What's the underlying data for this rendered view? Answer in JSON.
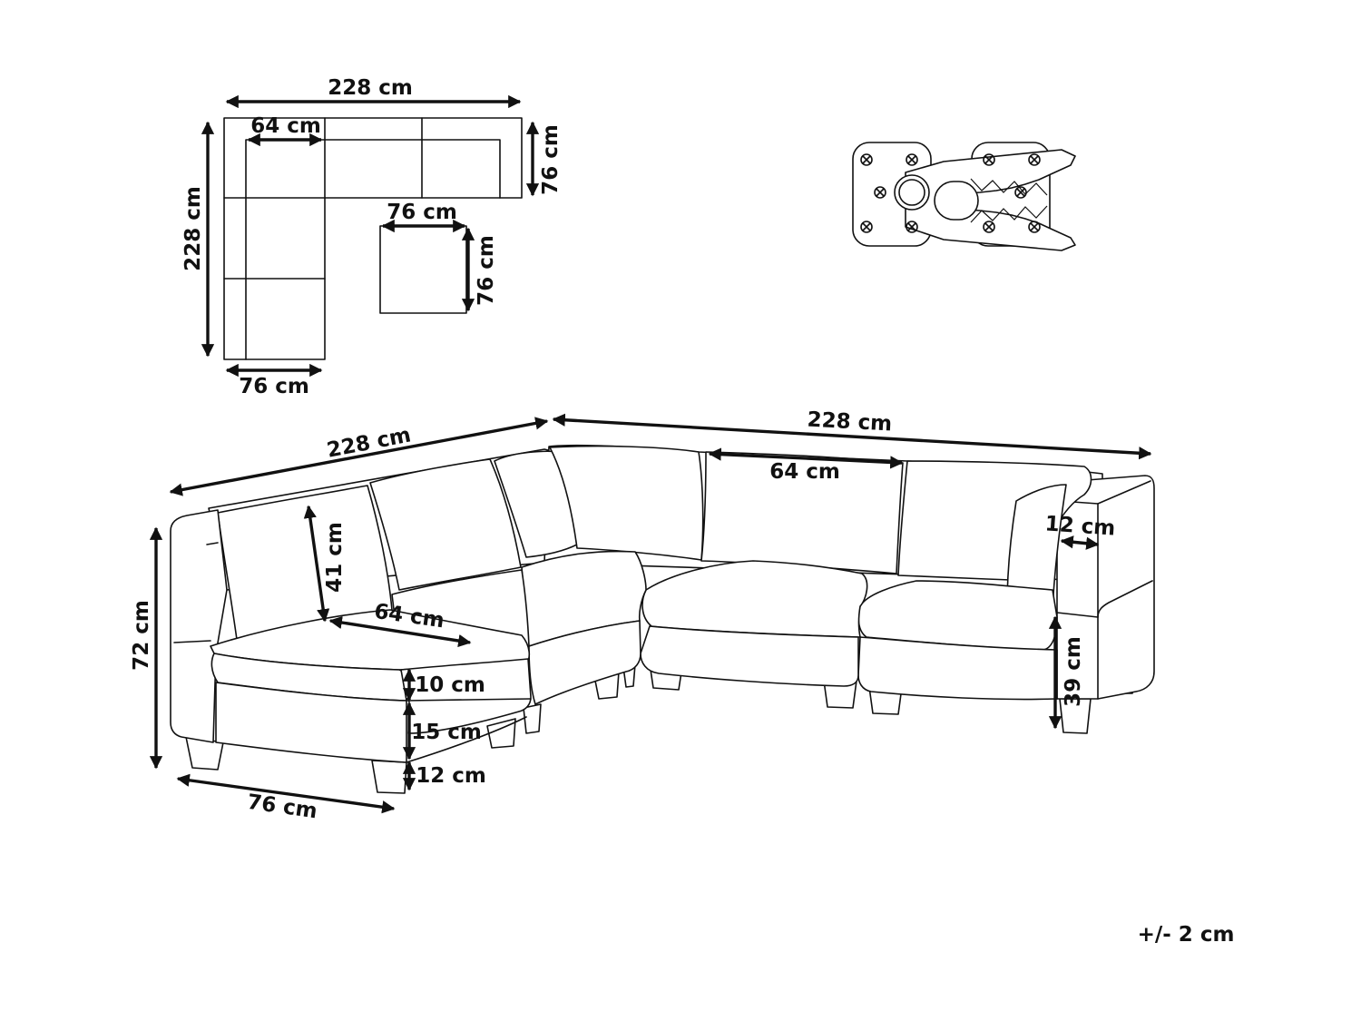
{
  "plan": {
    "overall_width": "228 cm",
    "overall_depth": "228 cm",
    "seat_width": "64 cm",
    "module_depth": "76 cm",
    "module_width": "76 cm",
    "ottoman_width": "76 cm",
    "ottoman_depth": "76 cm"
  },
  "elevation": {
    "left_length": "228 cm",
    "right_length": "228 cm",
    "back_seat_width": "64 cm",
    "front_seat_width": "64 cm",
    "armrest_width": "12 cm",
    "total_height": "72 cm",
    "backrest_height": "41 cm",
    "cushion_height": "10 cm",
    "base_height": "15 cm",
    "leg_height": "12 cm",
    "seat_height": "39 cm",
    "module_depth": "76 cm"
  },
  "connector": {
    "icon": "connector-clip-icon"
  },
  "tolerance": "+/- 2 cm"
}
